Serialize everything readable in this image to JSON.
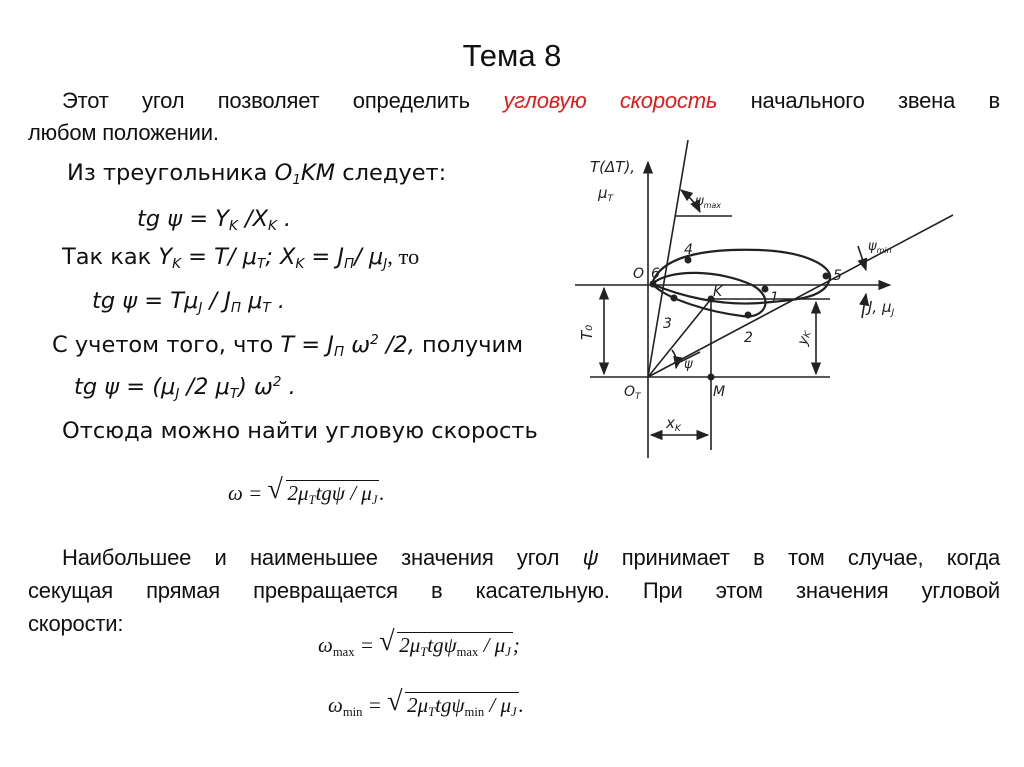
{
  "slide": {
    "title": "Тема 8",
    "intro": {
      "line1_a": "Этот угол позволяет определить",
      "line1_red": "угловую скорость",
      "line1_b": "начального звена в",
      "line2": "любом положении."
    },
    "left_column": {
      "triangle_a": "Из треугольника ",
      "triangle_O": "O",
      "triangle_sub": "1",
      "triangle_KM": "KM",
      "triangle_b": " следует:",
      "eq1": {
        "lhs": "tg ψ = Y",
        "sub1": "K",
        "mid": " /X",
        "sub2": "K",
        "end": " ."
      },
      "since": {
        "a": "Так как ",
        "Y": "Y",
        "Ysub": "K",
        "b": " = T/ μ",
        "bsub": "T",
        "c": "; X",
        "csub": "K",
        "d": " =  J",
        "dsub": "П",
        "e": "/ μ",
        "esub": "J",
        "f": ", то"
      },
      "eq2": {
        "a": "tg ψ = Tμ",
        "asub": "J",
        "b": " / J",
        "bsub": "П",
        "c": " μ",
        "csub": "T",
        "d": " ."
      },
      "given": {
        "a": "С учетом того, что  ",
        "b": "T = J",
        "bsub": "П",
        "c": " ω",
        "csup": "2",
        "d": " /2,",
        "e": " получим"
      },
      "eq3": {
        "a": "tg ψ = (μ",
        "asub": "J",
        "b": " /2 μ",
        "bsub": "T",
        "c": ") ω",
        "csup": "2",
        "d": " ."
      },
      "hence": "Отсюда можно найти угловую скорость"
    },
    "omega_formula": {
      "lhs": "ω = ",
      "body_a": "2μ",
      "body_sub1": "T",
      "body_b": "tgψ / μ",
      "body_sub2": "J",
      "end": "."
    },
    "conclusion": {
      "line1_a": "Наибольшее и наименьшее значения угол ",
      "line1_psi": "ψ",
      "line1_b": " принимает в том случае, когда",
      "line2": "секущая прямая превращается в касательную. При этом значения угловой",
      "line3": "скорости:"
    },
    "omega_max": {
      "lhs": "ω",
      "lhs_sub": "max",
      "eq": " = ",
      "body_a": "2μ",
      "body_sub1": "T",
      "body_b": "tgψ",
      "body_sub_psi": "max",
      "body_c": " / μ",
      "body_sub2": "J",
      "end": ";"
    },
    "omega_min": {
      "lhs": "ω",
      "lhs_sub": "min",
      "eq": " = ",
      "body_a": "2μ",
      "body_sub1": "T",
      "body_b": "tgψ",
      "body_sub_psi": "min",
      "body_c": " / μ",
      "body_sub2": "J",
      "end": "."
    }
  },
  "diagram": {
    "y_axis_label_1": "T(ΔT),",
    "y_axis_label_2": "μ",
    "y_axis_label_2_sub": "T",
    "x_axis_label": "J, μ",
    "x_axis_label_sub": "J",
    "psi_max_label": "ψ",
    "psi_max_sub": "max",
    "psi_min_label": "ψ",
    "psi_min_sub": "min",
    "psi_label": "ψ",
    "origin_label": "O",
    "origin_sub": "T",
    "O_label": "O",
    "K_label": "K",
    "M_label": "M",
    "T0_label": "T₀",
    "yk_label": "y",
    "yk_sub": "K",
    "xk_label": "x",
    "xk_sub": "K",
    "points": [
      "1",
      "2",
      "3",
      "4",
      "5",
      "6"
    ],
    "colors": {
      "ink": "#222222",
      "accent_red": "#e01b1b",
      "background": "#ffffff"
    }
  }
}
